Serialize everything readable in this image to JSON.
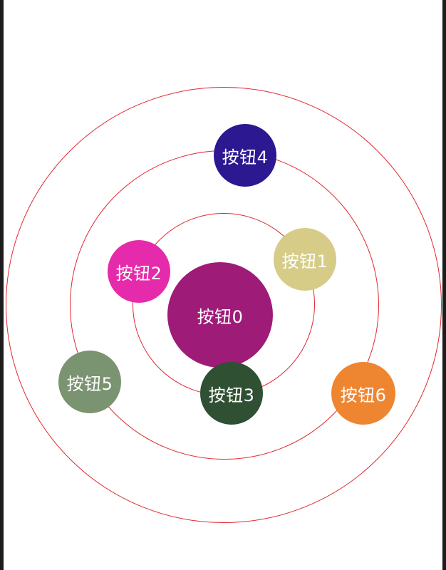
{
  "rings": [
    "outer",
    "middle",
    "inner"
  ],
  "colors": {
    "ring": "#e0282f",
    "background": "#ffffff",
    "text": "#ffffff"
  },
  "buttons": [
    {
      "label": "按钮0",
      "color": "#9e1b78"
    },
    {
      "label": "按钮1",
      "color": "#d6cc87"
    },
    {
      "label": "按钮2",
      "color": "#e62aac"
    },
    {
      "label": "按钮3",
      "color": "#2f5032"
    },
    {
      "label": "按钮4",
      "color": "#2c1890"
    },
    {
      "label": "按钮5",
      "color": "#7a9370"
    },
    {
      "label": "按钮6",
      "color": "#ee8631"
    }
  ]
}
